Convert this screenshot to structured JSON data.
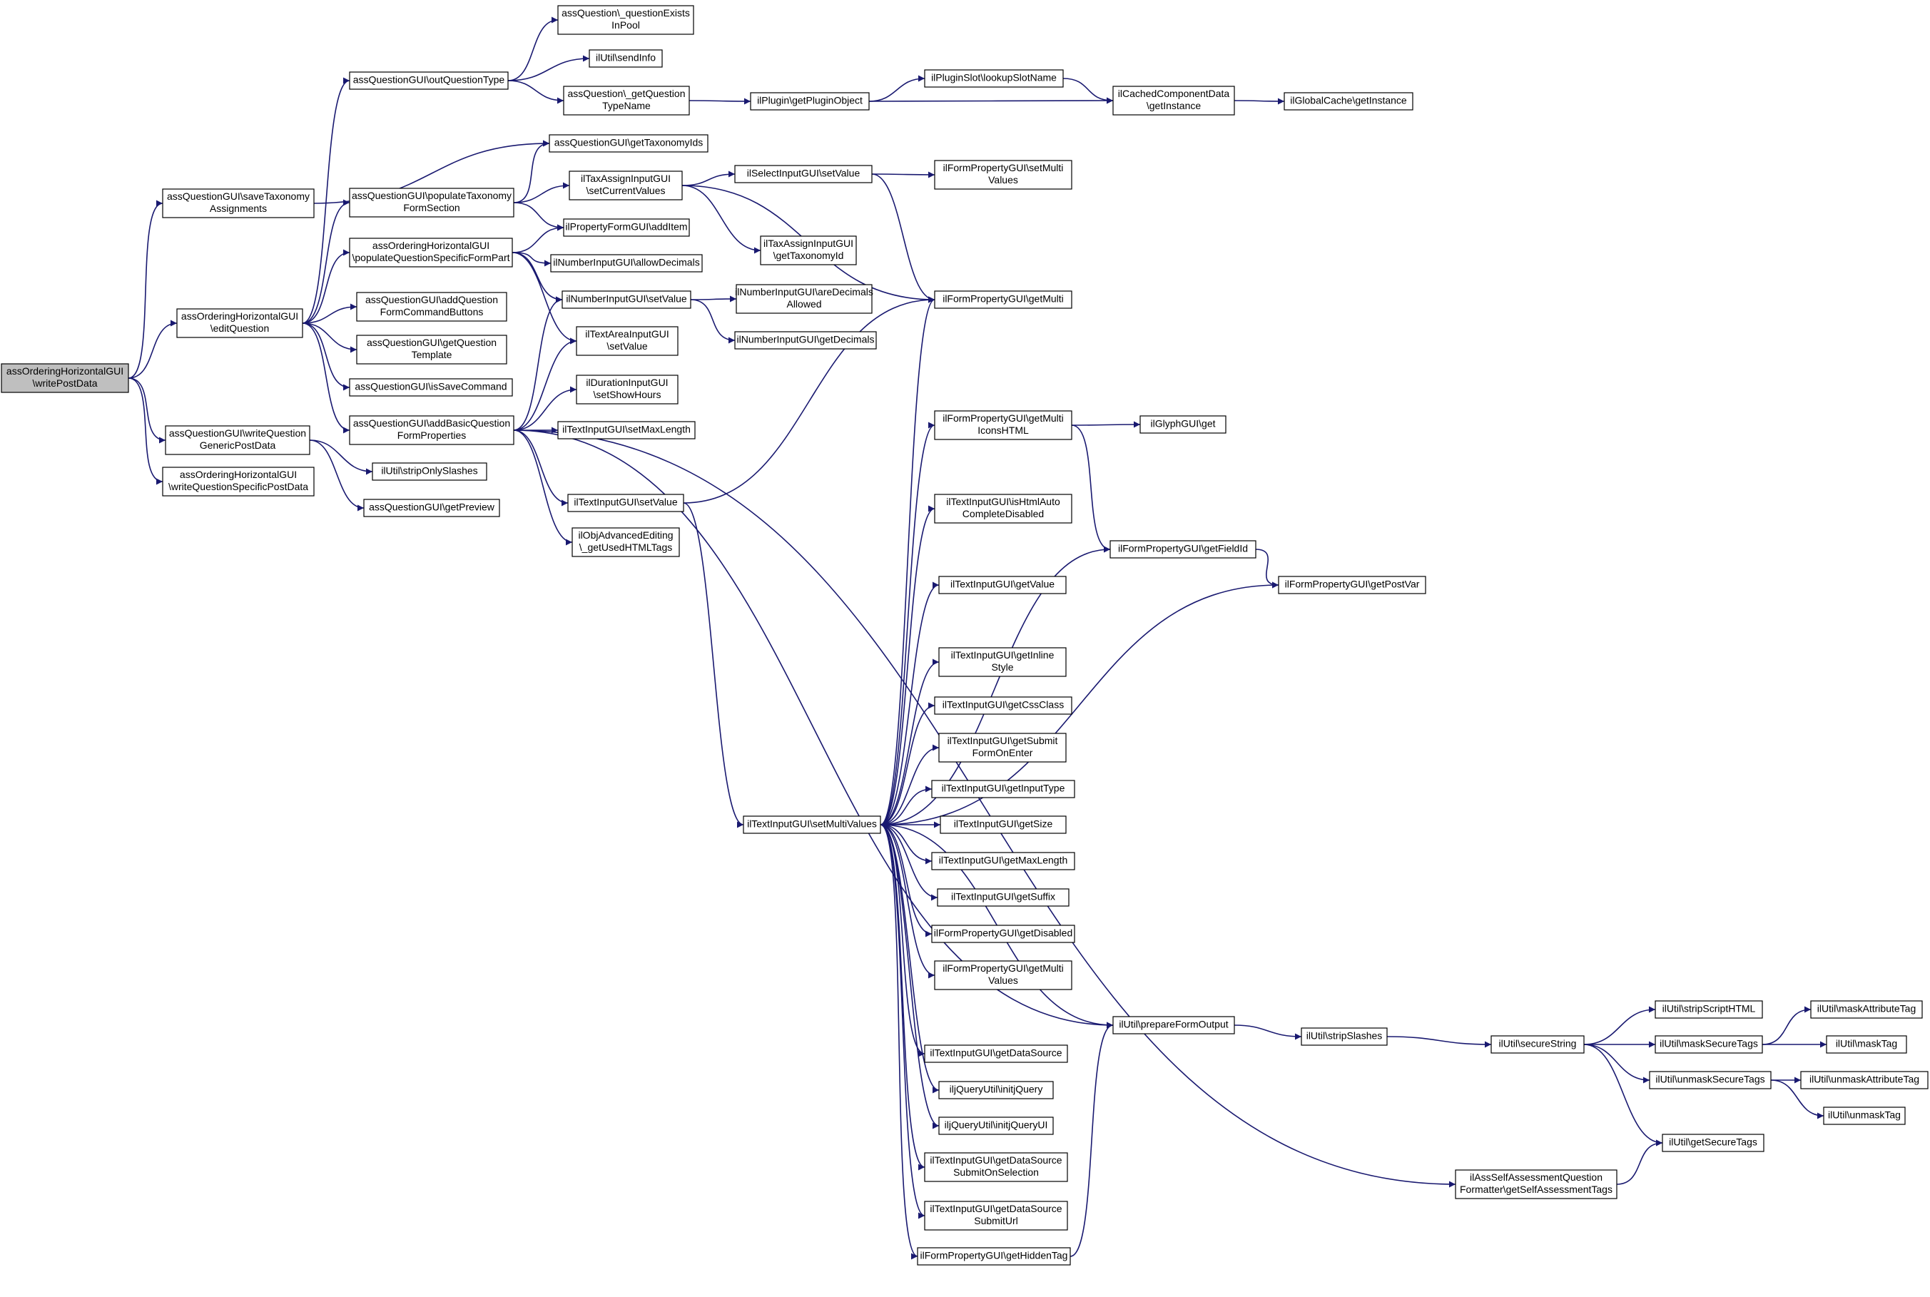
{
  "diagram": {
    "type": "call-graph",
    "colors": {
      "edge": "#191970",
      "root_fill": "#bfbfbf",
      "node_fill": "#ffffff",
      "node_border": "#000000"
    },
    "nodes": [
      {
        "id": "root",
        "lines": [
          "assOrderingHorizontalGUI",
          "\\writePostData"
        ]
      },
      {
        "id": "editQuestion",
        "lines": [
          "assOrderingHorizontalGUI",
          "\\editQuestion"
        ]
      },
      {
        "id": "saveTax",
        "lines": [
          "assQuestionGUI\\saveTaxonomy",
          "Assignments"
        ]
      },
      {
        "id": "writeQGeneric",
        "lines": [
          "assQuestionGUI\\writeQuestion",
          "GenericPostData"
        ]
      },
      {
        "id": "writeQSpecific",
        "lines": [
          "assOrderingHorizontalGUI",
          "\\writeQuestionSpecificPostData"
        ]
      },
      {
        "id": "outQType",
        "lines": [
          "assQuestionGUI\\outQuestionType"
        ]
      },
      {
        "id": "popTax",
        "lines": [
          "assQuestionGUI\\populateTaxonomy",
          "FormSection"
        ]
      },
      {
        "id": "popQSpecific",
        "lines": [
          "assOrderingHorizontalGUI",
          "\\populateQuestionSpecificFormPart"
        ]
      },
      {
        "id": "addQFormCmd",
        "lines": [
          "assQuestionGUI\\addQuestion",
          "FormCommandButtons"
        ]
      },
      {
        "id": "getQTemplate",
        "lines": [
          "assQuestionGUI\\getQuestion",
          "Template"
        ]
      },
      {
        "id": "isSaveCmd",
        "lines": [
          "assQuestionGUI\\isSaveCommand"
        ]
      },
      {
        "id": "addBasicQ",
        "lines": [
          "assQuestionGUI\\addBasicQuestion",
          "FormProperties"
        ]
      },
      {
        "id": "stripOnly",
        "lines": [
          "ilUtil\\stripOnlySlashes"
        ]
      },
      {
        "id": "getPreview",
        "lines": [
          "assQuestionGUI\\getPreview"
        ]
      },
      {
        "id": "qExistsPool",
        "lines": [
          "assQuestion\\_questionExists",
          "InPool"
        ]
      },
      {
        "id": "sendInfo",
        "lines": [
          "ilUtil\\sendInfo"
        ]
      },
      {
        "id": "getQTypeName",
        "lines": [
          "assQuestion\\_getQuestion",
          "TypeName"
        ]
      },
      {
        "id": "getTaxIds",
        "lines": [
          "assQuestionGUI\\getTaxonomyIds"
        ]
      },
      {
        "id": "taxAssignSetCur",
        "lines": [
          "ilTaxAssignInputGUI",
          "\\setCurrentValues"
        ]
      },
      {
        "id": "propFormAdd",
        "lines": [
          "ilPropertyFormGUI\\addItem"
        ]
      },
      {
        "id": "numAllowDec",
        "lines": [
          "ilNumberInputGUI\\allowDecimals"
        ]
      },
      {
        "id": "numSetValue",
        "lines": [
          "ilNumberInputGUI\\setValue"
        ]
      },
      {
        "id": "textAreaSet",
        "lines": [
          "ilTextAreaInputGUI",
          "\\setValue"
        ]
      },
      {
        "id": "durShowHours",
        "lines": [
          "ilDurationInputGUI",
          "\\setShowHours"
        ]
      },
      {
        "id": "textSetMaxLen",
        "lines": [
          "ilTextInputGUI\\setMaxLength"
        ]
      },
      {
        "id": "textSetValue",
        "lines": [
          "ilTextInputGUI\\setValue"
        ]
      },
      {
        "id": "objAdvEdit",
        "lines": [
          "ilObjAdvancedEditing",
          "\\_getUsedHTMLTags"
        ]
      },
      {
        "id": "pluginGetObj",
        "lines": [
          "ilPlugin\\getPluginObject"
        ]
      },
      {
        "id": "pluginSlot",
        "lines": [
          "ilPluginSlot\\lookupSlotName"
        ]
      },
      {
        "id": "cachedComp",
        "lines": [
          "ilCachedComponentData",
          "\\getInstance"
        ]
      },
      {
        "id": "globalCache",
        "lines": [
          "ilGlobalCache\\getInstance"
        ]
      },
      {
        "id": "selectSetValue",
        "lines": [
          "ilSelectInputGUI\\setValue"
        ]
      },
      {
        "id": "taxGetId",
        "lines": [
          "ilTaxAssignInputGUI",
          "\\getTaxonomyId"
        ]
      },
      {
        "id": "fpSetMulti",
        "lines": [
          "ilFormPropertyGUI\\setMulti",
          "Values"
        ]
      },
      {
        "id": "fpGetMulti",
        "lines": [
          "ilFormPropertyGUI\\getMulti"
        ]
      },
      {
        "id": "numAreDec",
        "lines": [
          "ilNumberInputGUI\\areDecimals",
          "Allowed"
        ]
      },
      {
        "id": "numGetDec",
        "lines": [
          "ilNumberInputGUI\\getDecimals"
        ]
      },
      {
        "id": "textSetMulti",
        "lines": [
          "ilTextInputGUI\\setMultiValues"
        ]
      },
      {
        "id": "fpGetMultiIcons",
        "lines": [
          "ilFormPropertyGUI\\getMulti",
          "IconsHTML"
        ]
      },
      {
        "id": "glyphGet",
        "lines": [
          "ilGlyphGUI\\get"
        ]
      },
      {
        "id": "textIsHtmlAuto",
        "lines": [
          "ilTextInputGUI\\isHtmlAuto",
          "CompleteDisabled"
        ]
      },
      {
        "id": "fpGetFieldId",
        "lines": [
          "ilFormPropertyGUI\\getFieldId"
        ]
      },
      {
        "id": "fpGetPostVar",
        "lines": [
          "ilFormPropertyGUI\\getPostVar"
        ]
      },
      {
        "id": "textGetValue",
        "lines": [
          "ilTextInputGUI\\getValue"
        ]
      },
      {
        "id": "textGetInline",
        "lines": [
          "ilTextInputGUI\\getInline",
          "Style"
        ]
      },
      {
        "id": "textGetCss",
        "lines": [
          "ilTextInputGUI\\getCssClass"
        ]
      },
      {
        "id": "textGetSubmit",
        "lines": [
          "ilTextInputGUI\\getSubmit",
          "FormOnEnter"
        ]
      },
      {
        "id": "textGetInputType",
        "lines": [
          "ilTextInputGUI\\getInputType"
        ]
      },
      {
        "id": "textGetSize",
        "lines": [
          "ilTextInputGUI\\getSize"
        ]
      },
      {
        "id": "textGetMaxLen",
        "lines": [
          "ilTextInputGUI\\getMaxLength"
        ]
      },
      {
        "id": "textGetSuffix",
        "lines": [
          "ilTextInputGUI\\getSuffix"
        ]
      },
      {
        "id": "fpGetDisabled",
        "lines": [
          "ilFormPropertyGUI\\getDisabled"
        ]
      },
      {
        "id": "fpGetMultiValues",
        "lines": [
          "ilFormPropertyGUI\\getMulti",
          "Values"
        ]
      },
      {
        "id": "prepFormOut",
        "lines": [
          "ilUtil\\prepareFormOutput"
        ]
      },
      {
        "id": "textGetDataSrc",
        "lines": [
          "ilTextInputGUI\\getDataSource"
        ]
      },
      {
        "id": "jqInit",
        "lines": [
          "iljQueryUtil\\initjQuery"
        ]
      },
      {
        "id": "jqInitUI",
        "lines": [
          "iljQueryUtil\\initjQueryUI"
        ]
      },
      {
        "id": "textGetDSSubmitSel",
        "lines": [
          "ilTextInputGUI\\getDataSource",
          "SubmitOnSelection"
        ]
      },
      {
        "id": "textGetDSSubmitUrl",
        "lines": [
          "ilTextInputGUI\\getDataSource",
          "SubmitUrl"
        ]
      },
      {
        "id": "fpGetHiddenTag",
        "lines": [
          "ilFormPropertyGUI\\getHiddenTag"
        ]
      },
      {
        "id": "stripSlashes",
        "lines": [
          "ilUtil\\stripSlashes"
        ]
      },
      {
        "id": "secureString",
        "lines": [
          "ilUtil\\secureString"
        ]
      },
      {
        "id": "stripScript",
        "lines": [
          "ilUtil\\stripScriptHTML"
        ]
      },
      {
        "id": "maskSecure",
        "lines": [
          "ilUtil\\maskSecureTags"
        ]
      },
      {
        "id": "unmaskSecure",
        "lines": [
          "ilUtil\\unmaskSecureTags"
        ]
      },
      {
        "id": "getSecureTags",
        "lines": [
          "ilUtil\\getSecureTags"
        ]
      },
      {
        "id": "maskAttr",
        "lines": [
          "ilUtil\\maskAttributeTag"
        ]
      },
      {
        "id": "maskTag",
        "lines": [
          "ilUtil\\maskTag"
        ]
      },
      {
        "id": "unmaskAttr",
        "lines": [
          "ilUtil\\unmaskAttributeTag"
        ]
      },
      {
        "id": "unmaskTag",
        "lines": [
          "ilUtil\\unmaskTag"
        ]
      },
      {
        "id": "selfAssess",
        "lines": [
          "ilAssSelfAssessmentQuestion",
          "Formatter\\getSelfAssessmentTags"
        ]
      }
    ],
    "edges": [
      [
        "root",
        "editQuestion"
      ],
      [
        "root",
        "saveTax"
      ],
      [
        "root",
        "writeQGeneric"
      ],
      [
        "root",
        "writeQSpecific"
      ],
      [
        "editQuestion",
        "outQType"
      ],
      [
        "editQuestion",
        "popTax"
      ],
      [
        "editQuestion",
        "popQSpecific"
      ],
      [
        "editQuestion",
        "addQFormCmd"
      ],
      [
        "editQuestion",
        "getQTemplate"
      ],
      [
        "editQuestion",
        "isSaveCmd"
      ],
      [
        "editQuestion",
        "addBasicQ"
      ],
      [
        "saveTax",
        "getTaxIds"
      ],
      [
        "writeQGeneric",
        "stripOnly"
      ],
      [
        "writeQGeneric",
        "getPreview"
      ],
      [
        "outQType",
        "qExistsPool"
      ],
      [
        "outQType",
        "sendInfo"
      ],
      [
        "outQType",
        "getQTypeName"
      ],
      [
        "popTax",
        "getTaxIds"
      ],
      [
        "popTax",
        "taxAssignSetCur"
      ],
      [
        "popTax",
        "propFormAdd"
      ],
      [
        "popQSpecific",
        "propFormAdd"
      ],
      [
        "popQSpecific",
        "numAllowDec"
      ],
      [
        "popQSpecific",
        "numSetValue"
      ],
      [
        "popQSpecific",
        "textAreaSet"
      ],
      [
        "addBasicQ",
        "numSetValue"
      ],
      [
        "addBasicQ",
        "textAreaSet"
      ],
      [
        "addBasicQ",
        "durShowHours"
      ],
      [
        "addBasicQ",
        "textSetMaxLen"
      ],
      [
        "addBasicQ",
        "textSetValue"
      ],
      [
        "addBasicQ",
        "objAdvEdit"
      ],
      [
        "addBasicQ",
        "prepFormOut"
      ],
      [
        "addBasicQ",
        "selfAssess"
      ],
      [
        "getQTypeName",
        "pluginGetObj"
      ],
      [
        "pluginGetObj",
        "pluginSlot"
      ],
      [
        "pluginGetObj",
        "cachedComp"
      ],
      [
        "pluginSlot",
        "cachedComp"
      ],
      [
        "cachedComp",
        "globalCache"
      ],
      [
        "taxAssignSetCur",
        "selectSetValue"
      ],
      [
        "taxAssignSetCur",
        "taxGetId"
      ],
      [
        "taxAssignSetCur",
        "fpGetMulti"
      ],
      [
        "selectSetValue",
        "fpSetMulti"
      ],
      [
        "selectSetValue",
        "fpGetMulti"
      ],
      [
        "numSetValue",
        "numAreDec"
      ],
      [
        "numSetValue",
        "numGetDec"
      ],
      [
        "textSetValue",
        "fpGetMulti"
      ],
      [
        "textSetValue",
        "textSetMulti"
      ],
      [
        "textSetMulti",
        "fpGetMulti"
      ],
      [
        "textSetMulti",
        "fpGetMultiIcons"
      ],
      [
        "textSetMulti",
        "textIsHtmlAuto"
      ],
      [
        "textSetMulti",
        "fpGetFieldId"
      ],
      [
        "textSetMulti",
        "textGetValue"
      ],
      [
        "textSetMulti",
        "fpGetPostVar"
      ],
      [
        "textSetMulti",
        "textGetInline"
      ],
      [
        "textSetMulti",
        "textGetCss"
      ],
      [
        "textSetMulti",
        "textGetSubmit"
      ],
      [
        "textSetMulti",
        "textGetInputType"
      ],
      [
        "textSetMulti",
        "textGetSize"
      ],
      [
        "textSetMulti",
        "textGetMaxLen"
      ],
      [
        "textSetMulti",
        "textGetSuffix"
      ],
      [
        "textSetMulti",
        "fpGetDisabled"
      ],
      [
        "textSetMulti",
        "fpGetMultiValues"
      ],
      [
        "textSetMulti",
        "prepFormOut"
      ],
      [
        "textSetMulti",
        "textGetDataSrc"
      ],
      [
        "textSetMulti",
        "jqInit"
      ],
      [
        "textSetMulti",
        "jqInitUI"
      ],
      [
        "textSetMulti",
        "textGetDSSubmitSel"
      ],
      [
        "textSetMulti",
        "textGetDSSubmitUrl"
      ],
      [
        "textSetMulti",
        "fpGetHiddenTag"
      ],
      [
        "fpGetMultiIcons",
        "glyphGet"
      ],
      [
        "fpGetMultiIcons",
        "fpGetFieldId"
      ],
      [
        "fpGetFieldId",
        "fpGetPostVar"
      ],
      [
        "fpGetHiddenTag",
        "prepFormOut"
      ],
      [
        "prepFormOut",
        "stripSlashes"
      ],
      [
        "stripSlashes",
        "secureString"
      ],
      [
        "secureString",
        "stripScript"
      ],
      [
        "secureString",
        "maskSecure"
      ],
      [
        "secureString",
        "unmaskSecure"
      ],
      [
        "secureString",
        "getSecureTags"
      ],
      [
        "maskSecure",
        "maskAttr"
      ],
      [
        "maskSecure",
        "maskTag"
      ],
      [
        "unmaskSecure",
        "unmaskAttr"
      ],
      [
        "unmaskSecure",
        "unmaskTag"
      ],
      [
        "selfAssess",
        "getSecureTags"
      ]
    ]
  }
}
